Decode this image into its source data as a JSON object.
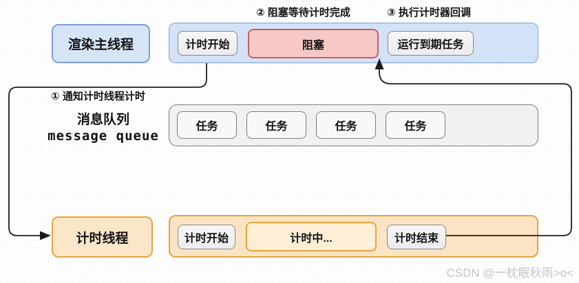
{
  "annotations": {
    "step1": "① 通知计时线程计时",
    "step2": "② 阻塞等待计时完成",
    "step3": "③ 执行计时器回调"
  },
  "main_thread": {
    "label": "渲染主线程",
    "timeline": {
      "timer_start": "计时开始",
      "blocked": "阻塞",
      "run_due_tasks": "运行到期任务"
    }
  },
  "message_queue": {
    "label_zh": "消息队列",
    "label_en": "message queue",
    "tasks": [
      "任务",
      "任务",
      "任务",
      "任务"
    ]
  },
  "timer_thread": {
    "label": "计时线程",
    "timeline": {
      "timer_start": "计时开始",
      "timing": "计时中...",
      "timer_end": "计时结束"
    }
  },
  "watermark": "CSDN @一枕眠秋雨>o<",
  "colors": {
    "blue_fill": "#d2e2f8",
    "blue_border": "#7d9ed6",
    "red_fill": "#f6c9c6",
    "red_border": "#c45f5a",
    "gray_fill": "#f1f1f1",
    "gray_border": "#7a7a7a",
    "orange_fill": "#fbe3c3",
    "orange_border": "#e2a43c",
    "arrow": "#1c1c1c",
    "watermark": "#c5c5c5"
  }
}
